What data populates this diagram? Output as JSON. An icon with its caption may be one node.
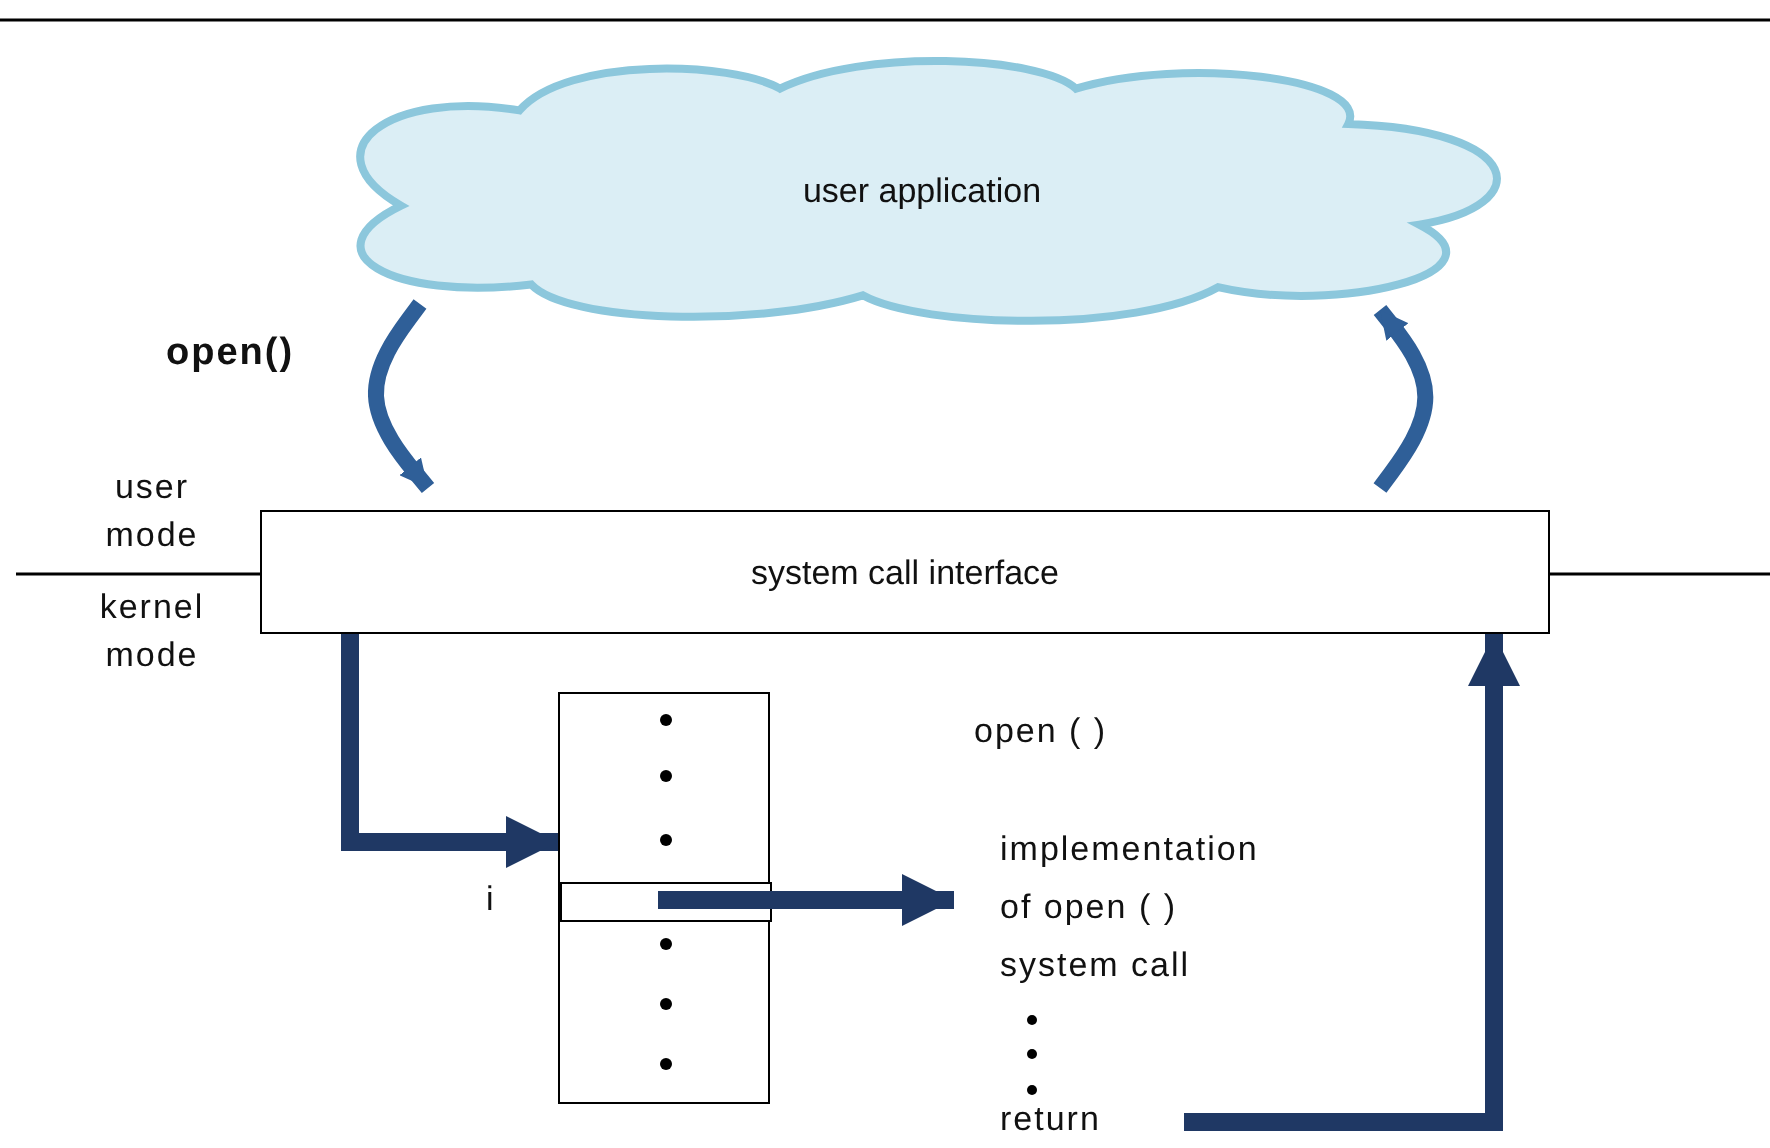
{
  "diagram": {
    "nodes": [
      {
        "text": [
          "user application"
        ]
      },
      {
        "text": [
          "system call interface"
        ]
      },
      {
        "text": [],
        "shape": "box"
      },
      {
        "text": [],
        "shape": "box",
        "in": 2,
        "beside": [
          "i"
        ]
      },
      {
        "text": [
          "implementation of open ( ) system call"
        ]
      },
      {
        "text": [
          "return"
        ]
      }
    ],
    "edges": [
      {
        "from": 0,
        "to": 1,
        "arrow": "to",
        "color": "#2f5f98"
      },
      {
        "from": 1,
        "to": 0,
        "arrow": "to",
        "color": "#2f5f98"
      },
      {
        "from": 1,
        "to": 2,
        "arrow": "to"
      },
      {
        "from": 3,
        "to": 4,
        "arrow": "to"
      },
      {
        "from": 5,
        "to": 1,
        "arrow": "to"
      }
    ],
    "labels": [
      "open()",
      "user mode",
      "kernel mode",
      "open ( )"
    ]
  }
}
